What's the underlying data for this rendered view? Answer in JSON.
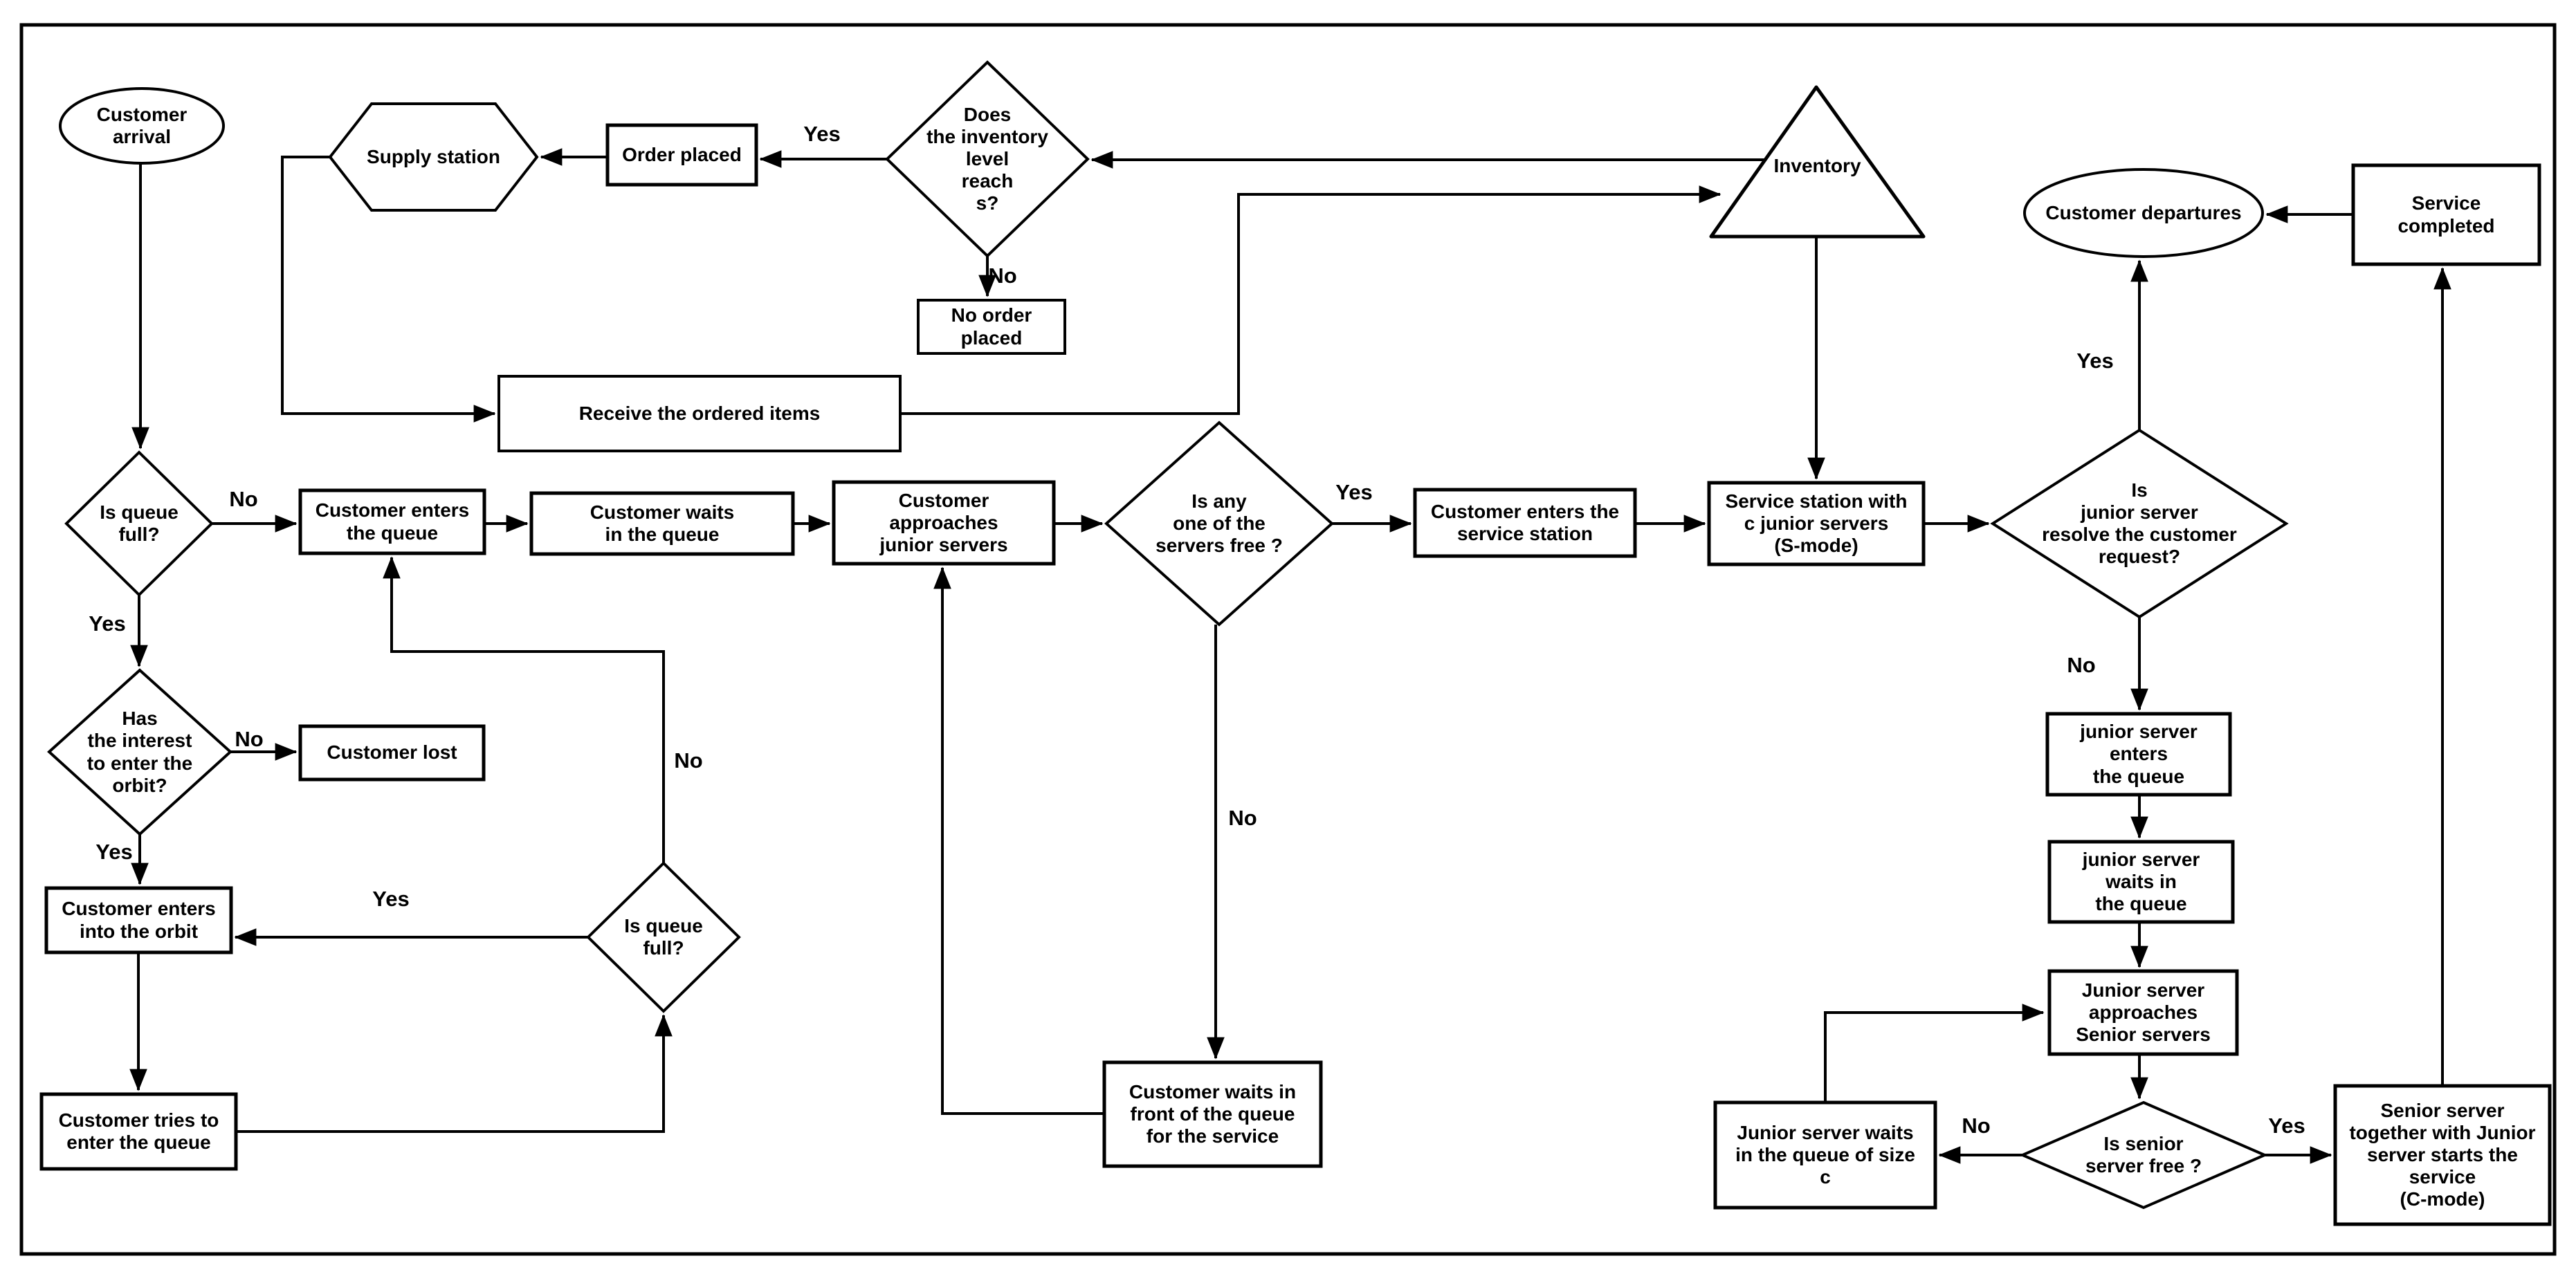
{
  "colors": {
    "stroke": "#000000",
    "background": "#ffffff"
  },
  "nodes": {
    "customer_arrival": {
      "shape": "ellipse",
      "label": "Customer\narrival"
    },
    "supply_station": {
      "shape": "hexagon",
      "label": "Supply station"
    },
    "order_placed": {
      "shape": "rect",
      "label": "Order placed"
    },
    "inv_reach": {
      "shape": "diamond",
      "label": "Does\nthe inventory\nlevel\nreach\ns?"
    },
    "no_order": {
      "shape": "rect",
      "label": "No order\nplaced"
    },
    "receive_items": {
      "shape": "rect",
      "label": "Receive the ordered items"
    },
    "inventory": {
      "shape": "triangle",
      "label": "Inventory"
    },
    "customer_departures": {
      "shape": "ellipse",
      "label": "Customer departures"
    },
    "service_completed": {
      "shape": "rect",
      "label": "Service\ncompleted"
    },
    "is_queue_full": {
      "shape": "diamond",
      "label": "Is queue\nfull?"
    },
    "enters_queue": {
      "shape": "rect",
      "label": "Customer enters\nthe queue"
    },
    "waits_queue": {
      "shape": "rect",
      "label": "Customer waits\nin the queue"
    },
    "approaches_junior": {
      "shape": "rect",
      "label": "Customer\napproaches\njunior servers"
    },
    "servers_free": {
      "shape": "diamond",
      "label": "Is any\none of the\nservers free ?"
    },
    "enters_service": {
      "shape": "rect",
      "label": "Customer enters the\nservice station"
    },
    "service_station": {
      "shape": "rect",
      "label": "Service station with\nc junior servers\n(S-mode)"
    },
    "junior_resolve": {
      "shape": "diamond",
      "label": "Is\njunior server\nresolve the customer\nrequest?"
    },
    "junior_enters": {
      "shape": "rect",
      "label": "junior server\nenters\nthe queue"
    },
    "junior_waits": {
      "shape": "rect",
      "label": "junior server\nwaits in\nthe queue"
    },
    "junior_approaches": {
      "shape": "rect",
      "label": "Junior server\napproaches\nSenior servers"
    },
    "junior_waits_c": {
      "shape": "rect",
      "label": "Junior server waits\nin the queue of size\nc"
    },
    "senior_free": {
      "shape": "diamond",
      "label": "Is senior\nserver free ?"
    },
    "c_mode": {
      "shape": "rect",
      "label": "Senior server\ntogether with Junior\nserver starts the\nservice\n(C-mode)"
    },
    "has_interest": {
      "shape": "diamond",
      "label": "Has\nthe interest\nto enter the\norbit?"
    },
    "customer_lost": {
      "shape": "rect",
      "label": "Customer lost"
    },
    "enters_orbit": {
      "shape": "rect",
      "label": "Customer enters\ninto the orbit"
    },
    "is_queue_full2": {
      "shape": "diamond",
      "label": "Is queue\nfull?"
    },
    "customer_tries": {
      "shape": "rect",
      "label": "Customer tries to\nenter the queue"
    },
    "waits_front": {
      "shape": "rect",
      "label": "Customer waits in\nfront of the queue\nfor the service"
    }
  },
  "edge_labels": {
    "inv_reach_yes": "Yes",
    "inv_reach_no": "No",
    "is_queue_full_no": "No",
    "is_queue_full_yes": "Yes",
    "has_interest_no": "No",
    "has_interest_yes": "Yes",
    "queue_full2_yes": "Yes",
    "queue_full2_no": "No",
    "servers_free_yes": "Yes",
    "servers_free_no": "No",
    "junior_resolve_no": "No",
    "junior_resolve_yes": "Yes",
    "senior_free_no": "No",
    "senior_free_yes": "Yes"
  }
}
